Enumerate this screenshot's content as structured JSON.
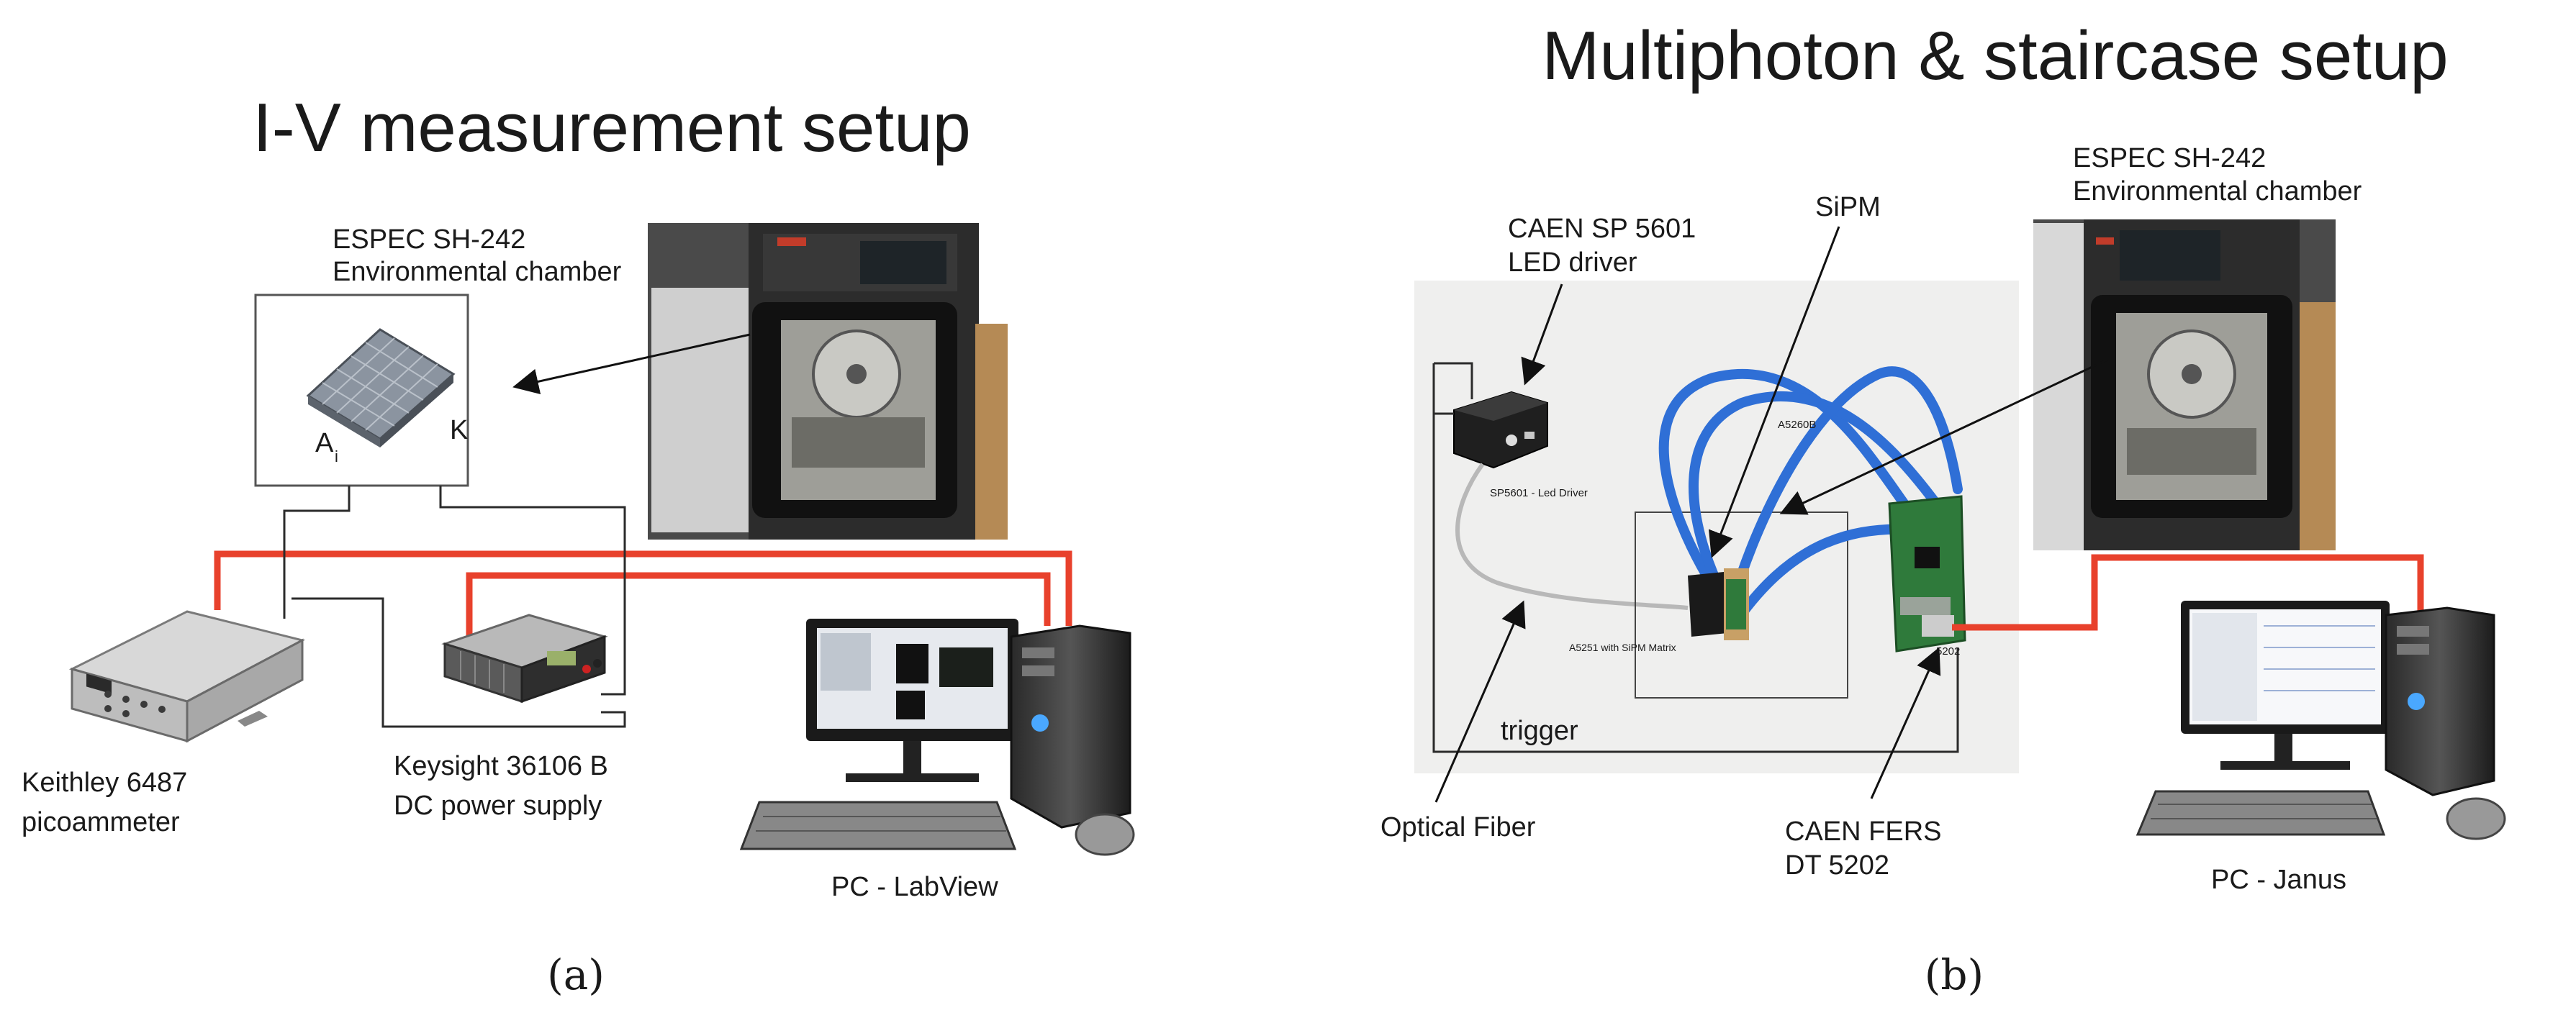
{
  "panel_a": {
    "title": "I-V measurement setup",
    "chamber_label_1": "ESPEC SH-242",
    "chamber_label_2": "Environmental chamber",
    "anode_label": "A",
    "anode_sub": "i",
    "cathode_label": "K",
    "picoammeter_label_1": "Keithley 6487",
    "picoammeter_label_2": "picoammeter",
    "power_label_1": "Keysight 36106 B",
    "power_label_2": "DC power supply",
    "pc_label": "PC - LabView",
    "caption": "(a)"
  },
  "panel_b": {
    "title": "Multiphoton & staircase setup",
    "led_label_1": "CAEN SP 5601",
    "led_label_2": "LED driver",
    "sipm_label": "SiPM",
    "chamber_label_1": "ESPEC SH-242",
    "chamber_label_2": "Environmental chamber",
    "photo_led": "SP5601 - Led Driver",
    "photo_cable": "A5260B",
    "photo_sipm": "A5251 with SiPM Matrix",
    "photo_fers": "5202",
    "trigger_label": "trigger",
    "fiber_label": "Optical Fiber",
    "fers_label_1": "CAEN FERS",
    "fers_label_2": "DT 5202",
    "pc_label": "PC  -  Janus",
    "caption": "(b)"
  },
  "colors": {
    "red_cable": "#e8412c",
    "black_wire": "#2b2b2b",
    "blue_cable": "#2f6fd6"
  }
}
